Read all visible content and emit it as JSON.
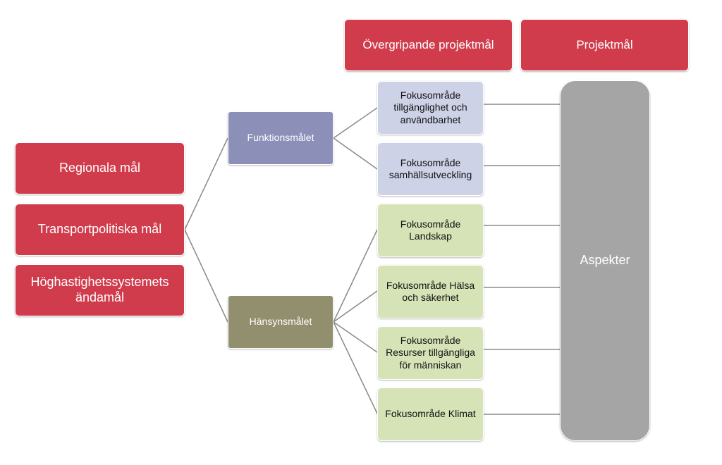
{
  "headers": {
    "overgripande": "Övergripande projektmål",
    "projektmal": "Projektmål"
  },
  "left_goals": [
    "Regionala mål",
    "Transportpolitiska mål",
    "Höghastighetssystemets ändamål"
  ],
  "middle_goals": {
    "funktion": "Funktionsmålet",
    "hansyn": "Hänsynsmålet"
  },
  "focus_areas": [
    "Fokusområde tillgänglighet och användbarhet",
    "Fokusområde samhällsutveckling",
    "Fokusområde Landskap",
    "Fokusområde Hälsa och säkerhet",
    "Fokusområde Resurser tillgängliga för människan",
    "Fokusområde Klimat"
  ],
  "aspekter": "Aspekter",
  "colors": {
    "red": "#d03c4c",
    "funktion": "#8c8fb7",
    "hansyn": "#928f6e",
    "lavender": "#cdd2e7",
    "green": "#d6e3b6",
    "gray": "#a5a5a5",
    "line": "#8a8a8a"
  }
}
